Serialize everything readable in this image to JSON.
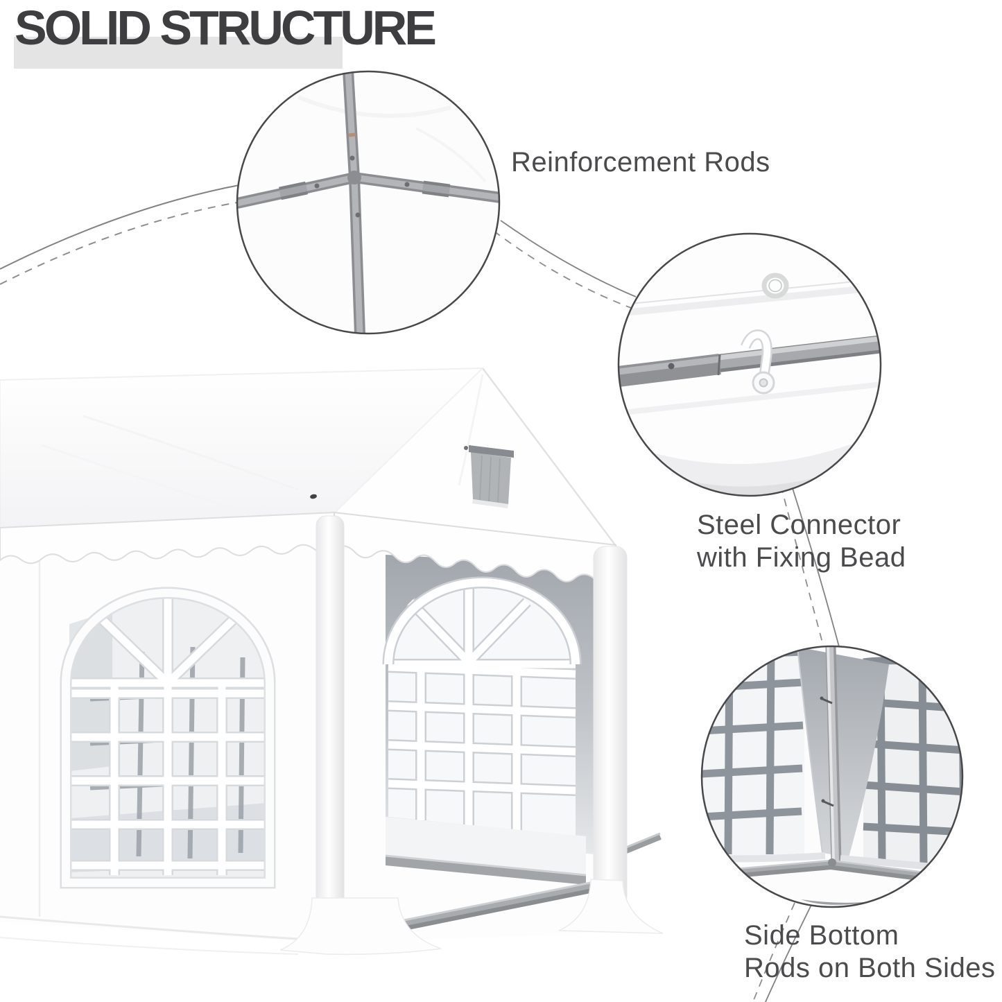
{
  "title": {
    "text": "SOLID STRUCTURE"
  },
  "callouts": [
    {
      "id": "reinforcement-rods",
      "lines": [
        "Reinforcement Rods"
      ]
    },
    {
      "id": "steel-connector",
      "lines": [
        "Steel Connector",
        "with Fixing Bead"
      ]
    },
    {
      "id": "side-bottom-rods",
      "lines": [
        "Side Bottom",
        "Rods on Both Sides"
      ]
    }
  ],
  "colors": {
    "title_text": "#3e3e40",
    "title_highlight": "#e4e4e5",
    "label_text": "#4b4b4d",
    "leader_line_solid": "#828284",
    "leader_line_dashed": "#8d8d8f",
    "callout_ring": "#48484b",
    "steel_rod": "#a7a9ac",
    "tent_interior": "#a2a7ad",
    "window_grid": "#8e949b",
    "tent_fabric": "#fdfdfe"
  }
}
